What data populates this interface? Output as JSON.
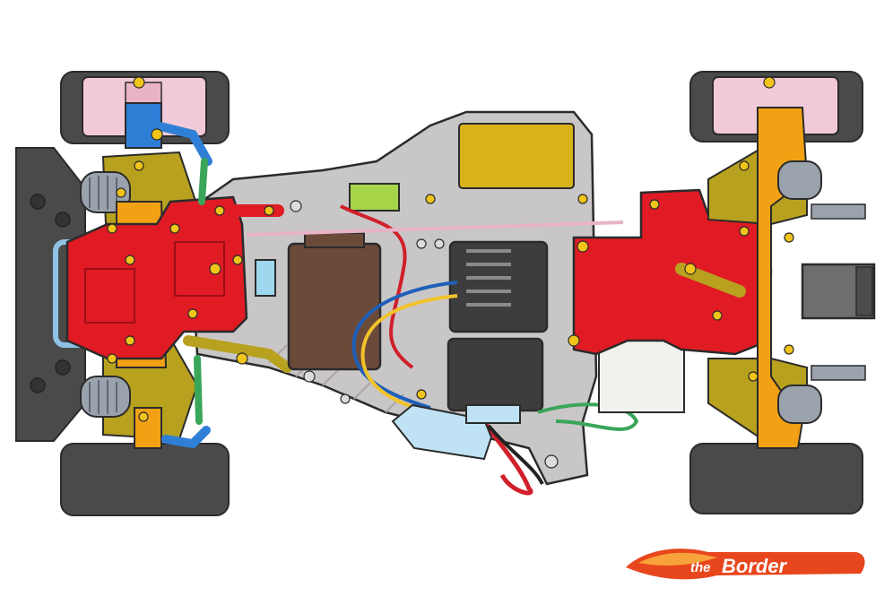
{
  "image": {
    "subject": "rc-car-chassis-top-view"
  },
  "logo": {
    "text_the": "the",
    "text_name": "Border",
    "colors": {
      "flame_dark": "#e8461c",
      "flame_light": "#f7a23b",
      "text": "#ffffff"
    }
  },
  "palette": {
    "outline": "#2b2b2b",
    "chassis_tub": "#c9c6c8",
    "chassis_tub_dark": "#a9a6a8",
    "gearbox_red": "#e01b24",
    "arm_olive": "#b8a11f",
    "hub_orange": "#f2a114",
    "tire": "#4a4a4a",
    "wheel_pink": "#f2c9d8",
    "servo_brown": "#6b4a3a",
    "esc_dark": "#3d3d3d",
    "battery_mustard": "#d8b21a",
    "link_blue": "#2f7fd6",
    "link_green": "#3aa65a",
    "motor_grey": "#8a8a8a",
    "damper_steel": "#9aa3ad"
  }
}
